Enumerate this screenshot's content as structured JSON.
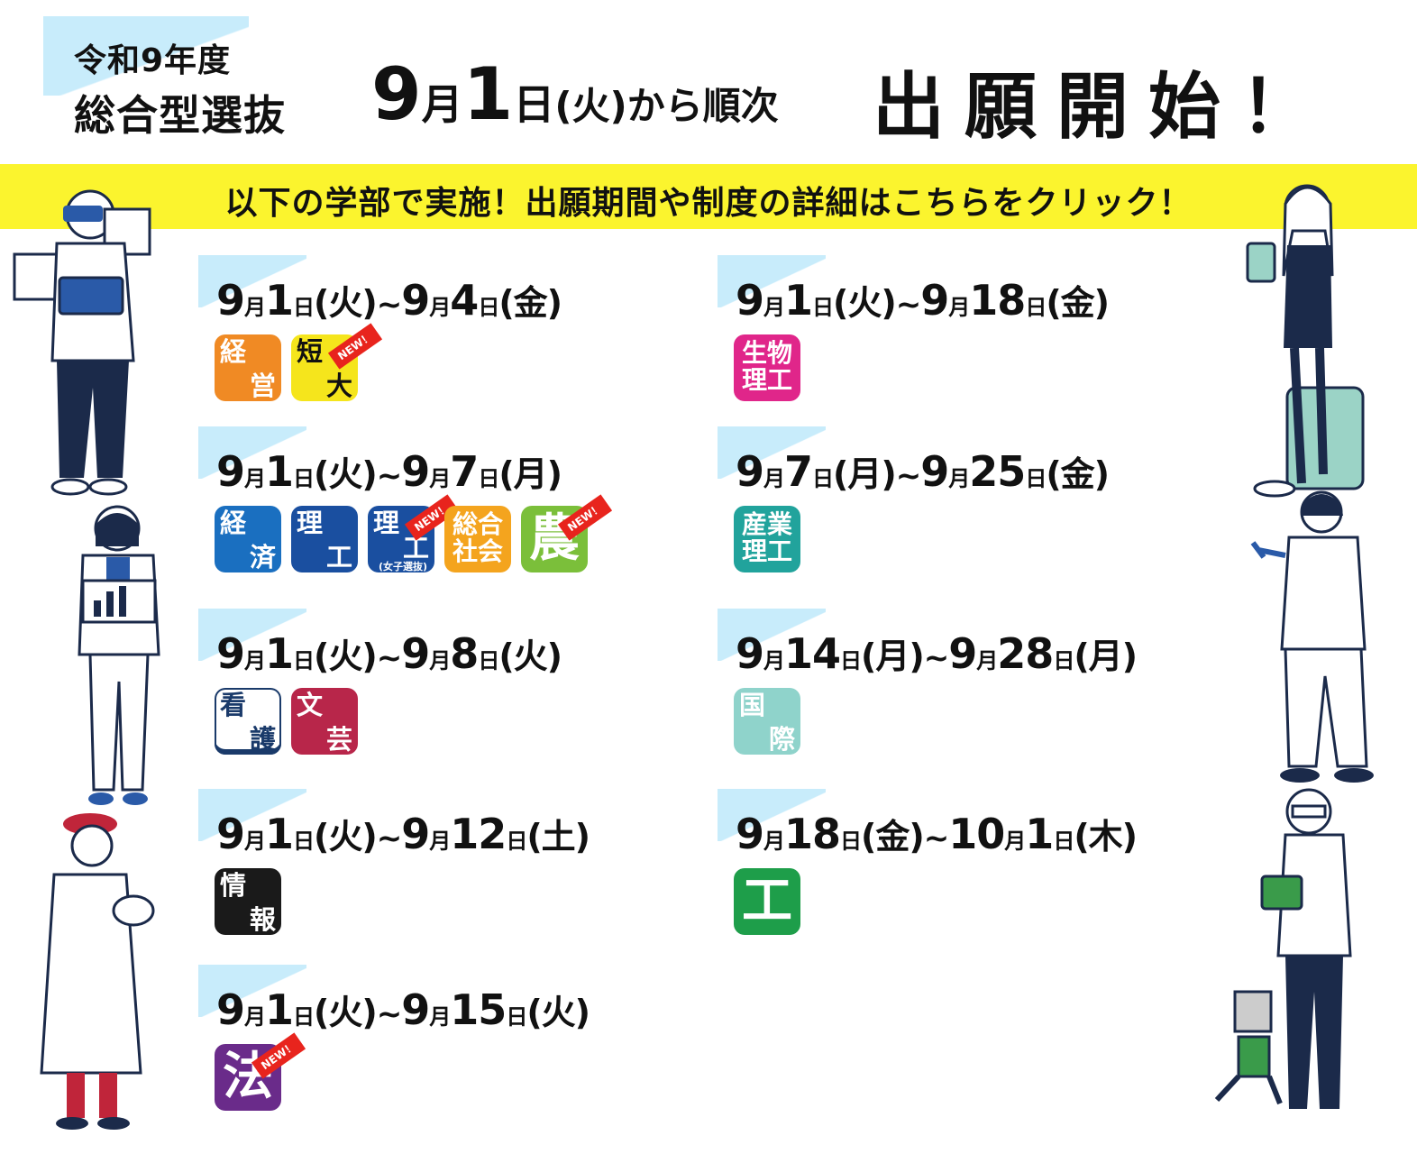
{
  "header": {
    "year_label": "令和9年度",
    "selection_label": "総合型選抜",
    "date_month": "9",
    "date_month_unit": "月",
    "date_day": "1",
    "date_day_unit": "日",
    "date_weekday": "(火)",
    "date_tail": "から順次",
    "start_text": "出願開始！"
  },
  "banner": {
    "text": "以下の学部で実施！出願期間や制度の詳細はこちらをクリック！",
    "color": "#fbf42e"
  },
  "groups": [
    {
      "id": "g1",
      "m1": "9",
      "d1": "1",
      "w1": "(火)",
      "tilde": "~",
      "m2": "9",
      "d2": "4",
      "w2": "(金)",
      "badges": [
        {
          "l1": "経",
          "l2": "営",
          "color": "#f08a24"
        },
        {
          "l1": "短",
          "l2": "大",
          "color": "#f5e51c",
          "text_color": "#111",
          "new": "NEW！"
        }
      ]
    },
    {
      "id": "g2",
      "m1": "9",
      "d1": "1",
      "w1": "(火)",
      "tilde": "~",
      "m2": "9",
      "d2": "7",
      "w2": "(月)",
      "badges": [
        {
          "l1": "経",
          "l2": "済",
          "color": "#1a6fc0"
        },
        {
          "l1": "理",
          "l2": "工",
          "color": "#1a4fa0"
        },
        {
          "l1": "理",
          "l2": "工",
          "sub": "(女子選抜)",
          "color": "#1a4fa0",
          "new": "NEW！"
        },
        {
          "stack": "総合\n社会",
          "color": "#f4a41e"
        },
        {
          "big": "農",
          "color": "#7bbf3a",
          "new": "NEW！"
        }
      ]
    },
    {
      "id": "g3",
      "m1": "9",
      "d1": "1",
      "w1": "(火)",
      "tilde": "~",
      "m2": "9",
      "d2": "8",
      "w2": "(火)",
      "badges": [
        {
          "l1": "看",
          "l2": "護",
          "color": "#ffffff",
          "text_color": "#1a3a6a",
          "border": "#1a3a6a"
        },
        {
          "l1": "文",
          "l2": "芸",
          "color": "#b8264a"
        }
      ]
    },
    {
      "id": "g4",
      "m1": "9",
      "d1": "1",
      "w1": "(火)",
      "tilde": "~",
      "m2": "9",
      "d2": "12",
      "w2": "(土)",
      "badges": [
        {
          "l1": "情",
          "l2": "報",
          "color": "#1a1a1a"
        }
      ]
    },
    {
      "id": "g5",
      "m1": "9",
      "d1": "1",
      "w1": "(火)",
      "tilde": "~",
      "m2": "9",
      "d2": "15",
      "w2": "(火)",
      "badges": [
        {
          "big": "法",
          "color": "#6a2b8a",
          "new": "NEW！"
        }
      ]
    },
    {
      "id": "g6",
      "m1": "9",
      "d1": "1",
      "w1": "(火)",
      "tilde": "~",
      "m2": "9",
      "d2": "18",
      "w2": "(金)",
      "badges": [
        {
          "stack": "生物\n理工",
          "color": "#e0268a"
        }
      ]
    },
    {
      "id": "g7",
      "m1": "9",
      "d1": "7",
      "w1": "(月)",
      "tilde": "~",
      "m2": "9",
      "d2": "25",
      "w2": "(金)",
      "badges": [
        {
          "stack": "産業\n理工",
          "color": "#21a39c"
        }
      ]
    },
    {
      "id": "g8",
      "m1": "9",
      "d1": "14",
      "w1": "(月)",
      "tilde": "~",
      "m2": "9",
      "d2": "28",
      "w2": "(月)",
      "badges": [
        {
          "l1": "国",
          "l2": "際",
          "color": "#8fd3cb"
        }
      ]
    },
    {
      "id": "g9",
      "m1": "9",
      "d1": "18",
      "w1": "(金)",
      "tilde": "~",
      "m2": "10",
      "d2": "1",
      "w2": "(木)",
      "badges": [
        {
          "big": "工",
          "color": "#1e9e4a"
        }
      ]
    }
  ],
  "units": {
    "month": "月",
    "day": "日"
  }
}
